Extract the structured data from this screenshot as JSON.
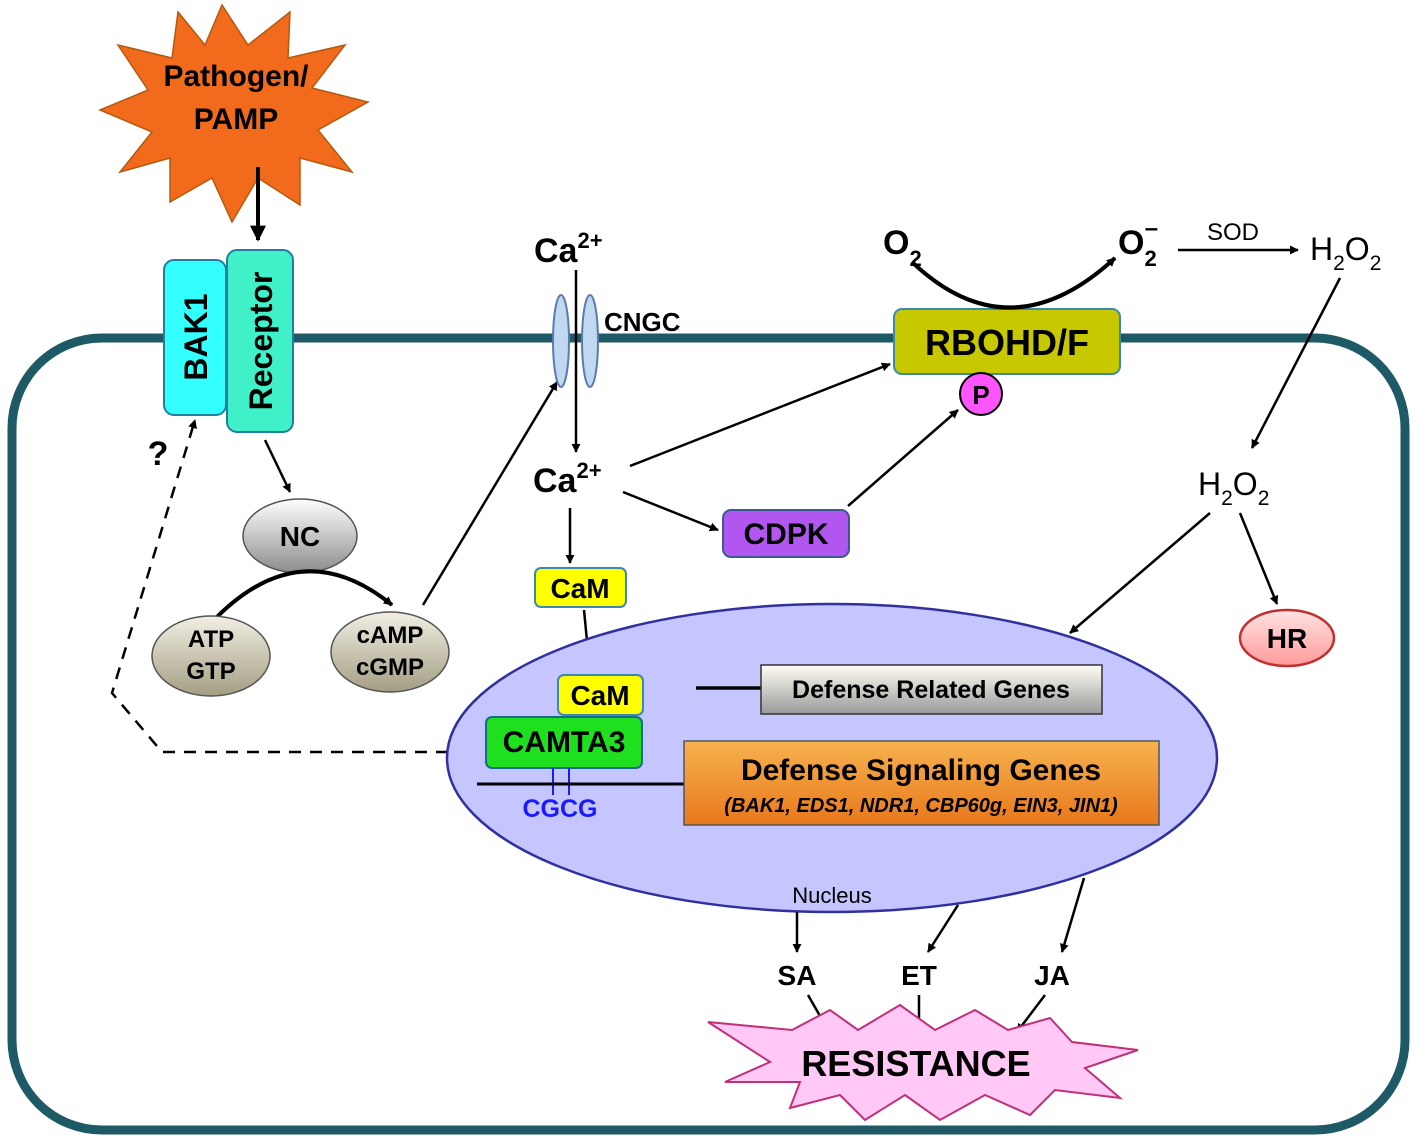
{
  "pathogen": {
    "line1": "Pathogen/",
    "line2": "PAMP"
  },
  "membrane": {
    "bak1": "BAK1",
    "receptor": "Receptor",
    "unknown_mark": "?",
    "cngc": "CNGC",
    "rbohd": "RBOHD/F",
    "phospho": "P"
  },
  "calcium": {
    "base": "Ca",
    "charge": "2+"
  },
  "ros": {
    "o2": "O",
    "o2_sub": "2",
    "superoxide": "O",
    "superoxide_sub": "2",
    "superoxide_sup": "–",
    "sod": "SOD",
    "h2o2_h": "H",
    "h2o2_sub1": "2",
    "h2o2_o": "O",
    "h2o2_sub2": "2"
  },
  "cytoplasm": {
    "nc": "NC",
    "atp": "ATP",
    "gtp": "GTP",
    "camp": "cAMP",
    "cgmp": "cGMP",
    "cam": "CaM",
    "cdpk": "CDPK",
    "hr": "HR"
  },
  "nucleus": {
    "label": "Nucleus",
    "cam": "CaM",
    "camta3": "CAMTA3",
    "cgcg": "CGCG",
    "defense_related": "Defense Related Genes",
    "defense_signaling": "Defense Signaling Genes",
    "defense_signaling_list": "(BAK1, EDS1, NDR1, CBP60g, EIN3, JIN1)"
  },
  "hormones": {
    "sa": "SA",
    "et": "ET",
    "ja": "JA"
  },
  "outcome": "RESISTANCE",
  "colors": {
    "cell_border": "#1e5a66",
    "pathogen": "#f26a1b",
    "bak1": "#33ffff",
    "receptor": "#40f0c8",
    "rbohd": "#c8c800",
    "phospho": "#ff55ff",
    "cdpk": "#b157f0",
    "cam": "#ffff00",
    "camta3": "#1ee01e",
    "nucleus": "#c5c5ff",
    "defense_signaling": "#f59a2e",
    "hr": "#ffb3b3",
    "resistance": "#ffc8f5",
    "cgcg": "#1a1aff"
  }
}
